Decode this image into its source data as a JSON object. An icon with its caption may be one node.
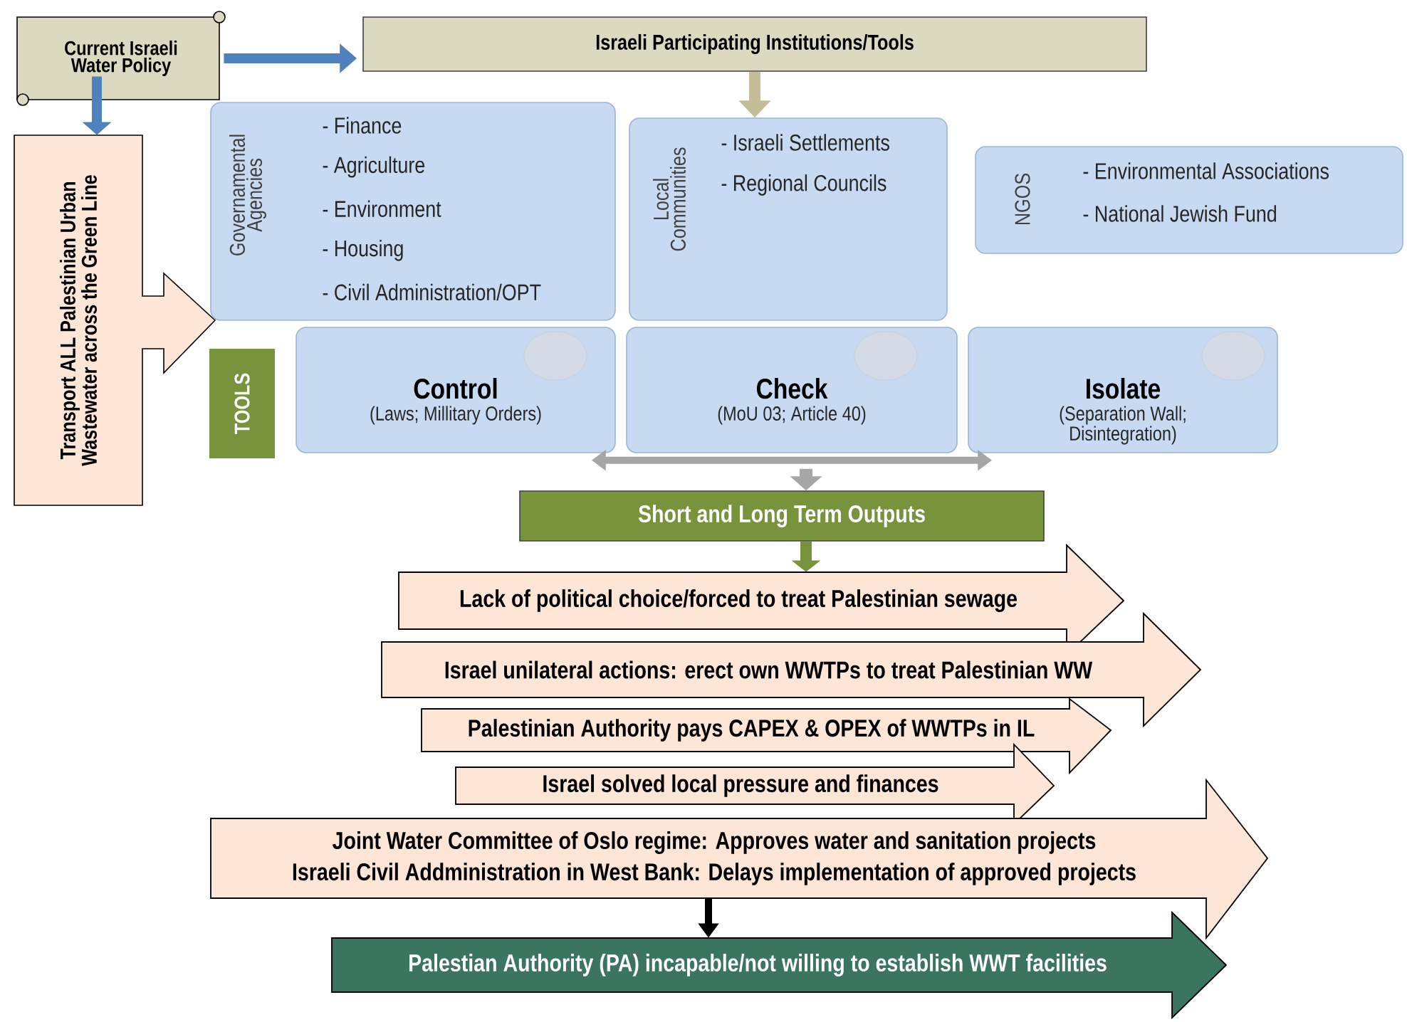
{
  "diagram": {
    "nodes": [
      {
        "text": [
          "Current Israeli Water Policy"
        ]
      },
      {
        "text": [
          "Israeli Participating Institutions/Tools"
        ]
      },
      {
        "text": [
          "Transport ALL Palestinian Urban Wastewater across the Green Line"
        ]
      },
      {
        "text": [
          "Governamental Agencies",
          "- Finance",
          "- Agriculture",
          "- Environment",
          "- Housing",
          "- Civil Administration/OPT"
        ]
      },
      {
        "text": [
          "Local Communities",
          "- Israeli Settlements",
          "- Regional Councils"
        ]
      },
      {
        "text": [
          "NGOS",
          "- Environmental Associations",
          "- National Jewish Fund"
        ]
      },
      {
        "text": [
          "TOOLS"
        ]
      },
      {
        "text": [
          "Control",
          "(Laws; Millitary Orders)"
        ]
      },
      {
        "text": [
          "Check",
          "(MoU 03; Article 40)"
        ]
      },
      {
        "text": [
          "Isolate",
          "(Separation Wall; Disintegration)"
        ]
      },
      {
        "text": [
          "Short and Long Term Outputs"
        ]
      },
      {
        "text": [
          "Lack of political choice/forced to treat Palestinian sewage"
        ]
      },
      {
        "text": [
          "Israel unilateral actions: erect own WWTPs to treat Palestinian WW"
        ]
      },
      {
        "text": [
          "Palestinian Authority pays CAPEX & OPEX of WWTPs in IL"
        ]
      },
      {
        "text": [
          "Israel solved local pressure and finances"
        ]
      },
      {
        "text": [
          "Joint Water Committee of Oslo regime: Approves water and sanitation projects",
          "Israeli Civil Addministration in West Bank: Delays implementation of approved projects"
        ]
      },
      {
        "text": [
          "Palestian Authority (PA) incapable/not willing to establish WWT facilities"
        ]
      }
    ],
    "edges": [
      {
        "from": 0,
        "to": 1,
        "arrow": "to",
        "color": "#4f81bd"
      },
      {
        "from": 0,
        "to": 2,
        "arrow": "to",
        "color": "#4f81bd"
      },
      {
        "from": 1,
        "to": 4,
        "arrow": "to",
        "color": "#c4bd97"
      },
      {
        "from": 7,
        "to": 9,
        "arrow": "both",
        "color": "#a6a6a6"
      },
      {
        "from": 8,
        "to": 10,
        "arrow": "to",
        "color": "#a6a6a6"
      },
      {
        "from": 10,
        "to": 11,
        "arrow": "to",
        "color": "#77933c"
      },
      {
        "from": 15,
        "to": 16,
        "arrow": "to",
        "color": "#000000"
      }
    ]
  }
}
